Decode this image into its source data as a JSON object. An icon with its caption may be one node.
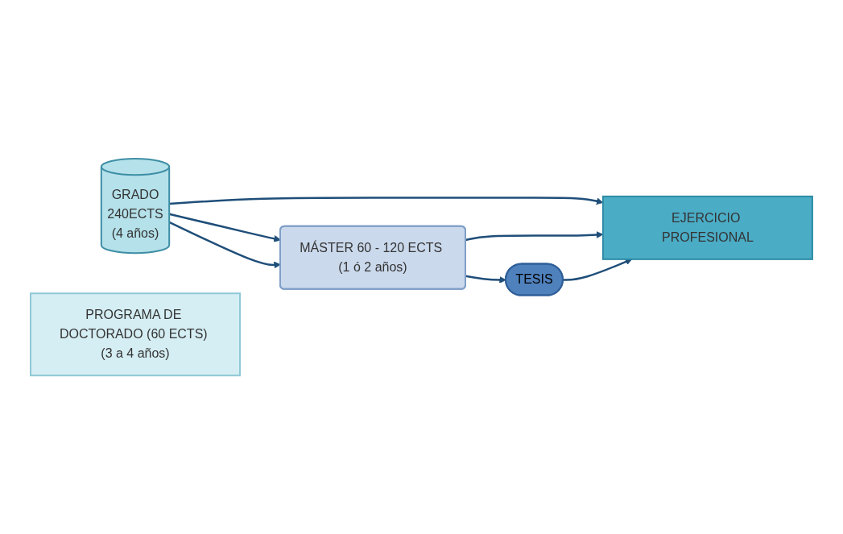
{
  "diagram": {
    "nodes": [
      {
        "text": [
          "GRADO",
          "240ECTS",
          "(4 años)"
        ]
      },
      {
        "text": [
          "MÁSTER 60 - 120 ECTS (1 ó 2 años)"
        ]
      },
      {
        "text": [
          "TESIS"
        ]
      },
      {
        "text": [
          "EJERCICIO PROFESIONAL"
        ]
      },
      {
        "text": [
          "PROGRAMA DE DOCTORADO (60 ECTS) (3 a 4 años)"
        ]
      }
    ],
    "edges": [
      {
        "from": 0,
        "to": 3,
        "arrow": "to"
      },
      {
        "from": 0,
        "to": 1,
        "arrow": "to"
      },
      {
        "from": 1,
        "to": 3,
        "arrow": "to"
      },
      {
        "from": 0,
        "to": 1,
        "arrow": "to"
      },
      {
        "from": 1,
        "to": 2,
        "arrow": "to"
      },
      {
        "from": 2,
        "to": 3,
        "arrow": "to"
      }
    ]
  }
}
